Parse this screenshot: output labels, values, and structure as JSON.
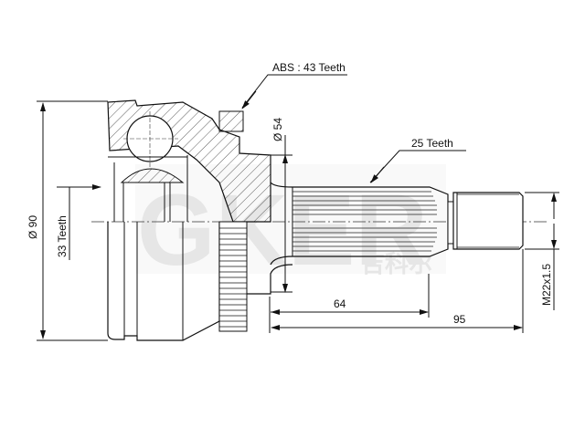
{
  "drawing": {
    "subject": "CV joint (outer) technical drawing",
    "watermark": "GKER",
    "watermark_sub": "吉科尔",
    "labels": {
      "abs_teeth": "ABS : 43 Teeth",
      "shaft_teeth": "25 Teeth",
      "inner_teeth": "33 Teeth",
      "outer_diameter": "Ø 90",
      "flange_diameter": "Ø 54",
      "thread": "M22x1.5",
      "length_spline": "64",
      "length_total": "95"
    },
    "colors": {
      "line": "#111111",
      "watermark": "#e6e6e6",
      "background": "#ffffff"
    }
  }
}
